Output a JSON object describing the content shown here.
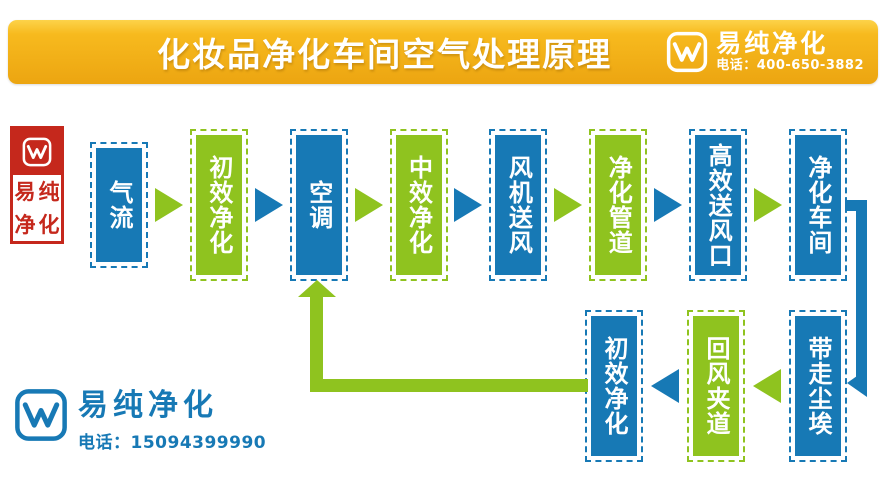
{
  "header": {
    "title": "化妆品净化车间空气处理原理",
    "brand": "易纯净化",
    "phone": "电话：400-650-3882"
  },
  "seal": {
    "chars": "易纯净化"
  },
  "footer_logo": {
    "brand": "易纯净化",
    "phone": "电话：15094399990"
  },
  "colors": {
    "blue": "#1779b5",
    "green": "#8fc31f",
    "gold": "#f2b018",
    "red": "#c5281c",
    "white": "#ffffff"
  },
  "flow": {
    "top_row": [
      {
        "label": "气流",
        "color": "blue",
        "size": "short"
      },
      {
        "label": "初效净化",
        "color": "green"
      },
      {
        "label": "空调",
        "color": "blue"
      },
      {
        "label": "中效净化",
        "color": "green"
      },
      {
        "label": "风机送风",
        "color": "blue"
      },
      {
        "label": "净化管道",
        "color": "green"
      },
      {
        "label": "高效送风口",
        "color": "blue"
      },
      {
        "label": "净化车间",
        "color": "blue"
      }
    ],
    "top_arrows": [
      "green",
      "blue",
      "green",
      "blue",
      "green",
      "blue",
      "green"
    ],
    "bottom_row": [
      {
        "label": "初效净化",
        "color": "blue"
      },
      {
        "label": "回风夹道",
        "color": "green"
      },
      {
        "label": "带走尘埃",
        "color": "blue"
      }
    ],
    "bottom_arrows": [
      "blue",
      "green"
    ]
  }
}
